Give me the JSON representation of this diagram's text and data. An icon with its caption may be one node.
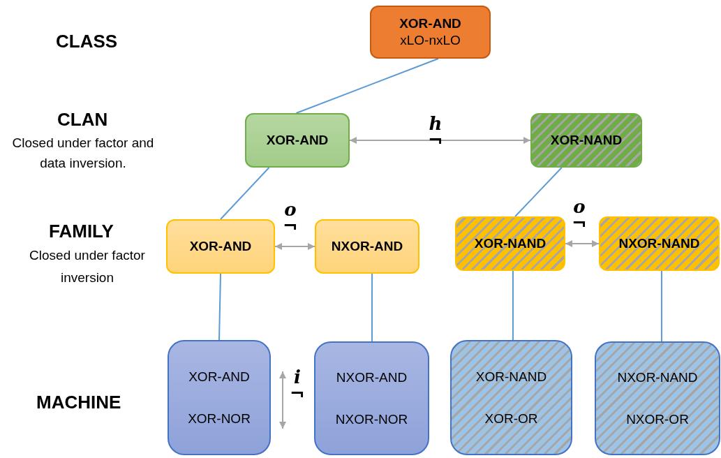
{
  "diagram": {
    "nodes": [
      {
        "text": [
          "XOR-AND",
          "xLO-nxLO"
        ]
      },
      {
        "text": [
          "XOR-AND"
        ]
      },
      {
        "text": [
          "XOR-NAND"
        ]
      },
      {
        "text": [
          "XOR-AND"
        ]
      },
      {
        "text": [
          "NXOR-AND"
        ]
      },
      {
        "text": [
          "XOR-NAND"
        ]
      },
      {
        "text": [
          "NXOR-NAND"
        ]
      },
      {
        "text": [
          "XOR-AND",
          "XOR-NOR"
        ]
      },
      {
        "text": [
          "NXOR-AND",
          "NXOR-NOR"
        ]
      },
      {
        "text": [
          "XOR-NAND",
          "XOR-OR"
        ]
      },
      {
        "text": [
          "NXOR-NAND",
          "NXOR-OR"
        ]
      }
    ],
    "edges": [
      {
        "from": 0,
        "to": 1,
        "arrow": "none"
      },
      {
        "from": 1,
        "to": 2,
        "arrow": "both",
        "label": "h ¬",
        "color": "#a6a6a6"
      },
      {
        "from": 1,
        "to": 3,
        "arrow": "none"
      },
      {
        "from": 2,
        "to": 5,
        "arrow": "none"
      },
      {
        "from": 3,
        "to": 4,
        "arrow": "both",
        "label": "o ¬",
        "color": "#a6a6a6"
      },
      {
        "from": 5,
        "to": 6,
        "arrow": "both",
        "label": "o ¬",
        "color": "#a6a6a6"
      },
      {
        "from": 3,
        "to": 7,
        "arrow": "none"
      },
      {
        "from": 4,
        "to": 8,
        "arrow": "none"
      },
      {
        "from": 5,
        "to": 9,
        "arrow": "none"
      },
      {
        "from": 6,
        "to": 10,
        "arrow": "none"
      }
    ],
    "labels": [
      "CLASS",
      "CLAN",
      "Closed under factor and data inversion.",
      "FAMILY",
      "Closed under factor inversion",
      "MACHINE",
      "i ¬"
    ]
  }
}
